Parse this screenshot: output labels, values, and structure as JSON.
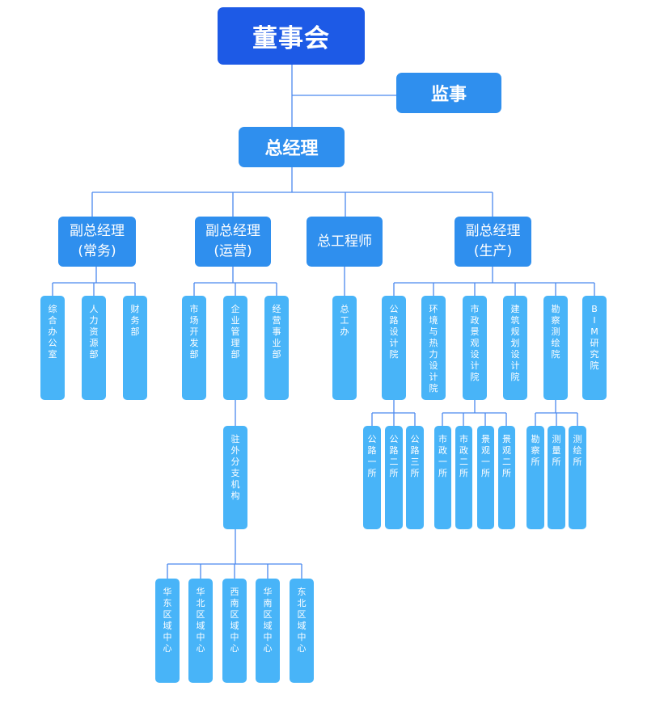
{
  "colors": {
    "top": "#1d5ae6",
    "level1": "#2f8fee",
    "level3": "#48b4f8",
    "line": "#4b89ef"
  },
  "board": "董事会",
  "supervisor": "监事",
  "gm": "总经理",
  "deputies": {
    "d1": "副总经理\n(常务)",
    "d2": "副总经理\n(运营)",
    "d3": "总工程师",
    "d4": "副总经理\n(生产)"
  },
  "departments": {
    "d1": [
      "综合办公室",
      "人力资源部",
      "财务部"
    ],
    "d2": [
      "市场开发部",
      "企业管理部",
      "经营事业部"
    ],
    "d3": [
      "总工办"
    ],
    "d4": [
      "公路设计院",
      "环境与热力设计院",
      "市政景观设计院",
      "建筑规划设计院",
      "勘察测绘院",
      "B I M研究院"
    ]
  },
  "branch": "驻外分支机构",
  "regions": [
    "华东区域中心",
    "华北区域中心",
    "西南区域中心",
    "华南区域中心",
    "东北区域中心"
  ],
  "institutes": {
    "road": [
      "公路一所",
      "公路二所",
      "公路三所"
    ],
    "municipal": [
      "市政一所",
      "市政二所",
      "景观一所",
      "景观二所"
    ],
    "survey": [
      "勘察所",
      "测量所",
      "测绘所"
    ]
  }
}
